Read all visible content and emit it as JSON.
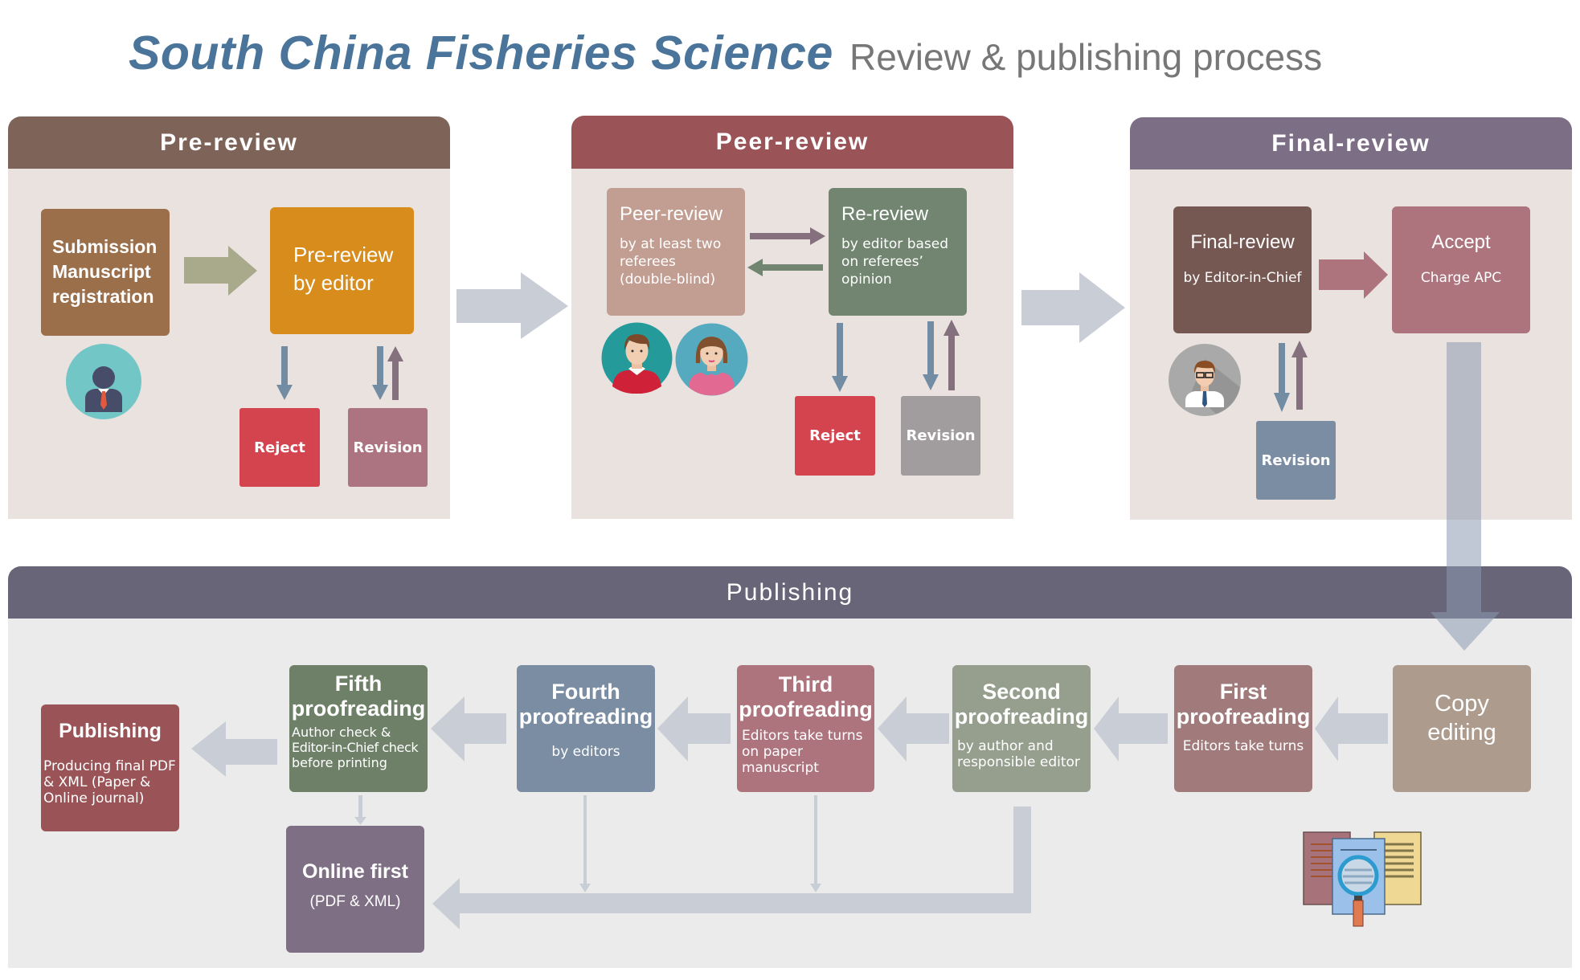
{
  "header": {
    "title": "South China Fisheries Science",
    "subtitle": "Review & publishing process"
  },
  "colors": {
    "title": "#4A7499",
    "pre_review_header": "#7E6358",
    "peer_review_header": "#9A5457",
    "final_review_header": "#7C6E84",
    "publishing_header": "#686579",
    "panel_body": "#EAE2DF",
    "publishing_body": "#EBEBEB",
    "flow_arrow": "#C9CED6"
  },
  "pre_review": {
    "header": "Pre-review",
    "submission": {
      "lines": [
        "Submission",
        "Manuscript",
        "registration"
      ]
    },
    "editor_box": {
      "lines": [
        "Pre-review",
        "by editor"
      ]
    },
    "reject": "Reject",
    "revision": "Revision",
    "avatar": "author-avatar"
  },
  "peer_review": {
    "header": "Peer-review",
    "referee_box": {
      "title": "Peer-review",
      "lines": [
        "by at least two",
        "referees",
        "(double-blind)"
      ]
    },
    "rereview_box": {
      "title": "Re-review",
      "lines": [
        "by editor based",
        "on referees’",
        "opinion"
      ]
    },
    "reject": "Reject",
    "revision": "Revision",
    "avatars": [
      "male-referee-avatar",
      "female-referee-avatar"
    ]
  },
  "final_review": {
    "header": "Final-review",
    "chief_box": {
      "title": "Final-review",
      "subtitle": "by Editor-in-Chief"
    },
    "accept_box": {
      "title": "Accept",
      "subtitle": "Charge APC"
    },
    "revision": "Revision",
    "avatar": "editor-in-chief-avatar"
  },
  "publishing": {
    "header": "Publishing",
    "steps": [
      {
        "id": "copy-editing",
        "title": "Copy editing",
        "lines": [
          "Copy",
          "editing"
        ],
        "desc": []
      },
      {
        "id": "first",
        "lines": [
          "First",
          "proofreading"
        ],
        "desc": [
          "Editors take turns"
        ]
      },
      {
        "id": "second",
        "lines": [
          "Second",
          "proofreading"
        ],
        "desc": [
          "by author and",
          "responsible editor"
        ]
      },
      {
        "id": "third",
        "lines": [
          "Third",
          "proofreading"
        ],
        "desc": [
          "Editors take turns",
          "on paper",
          "manuscript"
        ]
      },
      {
        "id": "fourth",
        "lines": [
          "Fourth",
          "proofreading"
        ],
        "desc": [
          "by editors"
        ]
      },
      {
        "id": "fifth",
        "lines": [
          "Fifth",
          "proofreading"
        ],
        "desc": [
          "Author check &",
          "Editor-in-Chief check",
          "before printing"
        ]
      },
      {
        "id": "publishing",
        "lines": [
          "Publishing"
        ],
        "desc": [
          "Producing final PDF",
          "& XML (Paper &",
          "Online journal)"
        ]
      }
    ],
    "online_first": {
      "title": "Online first",
      "subtitle": "(PDF & XML)"
    },
    "icon": "documents-magnifier-icon"
  }
}
